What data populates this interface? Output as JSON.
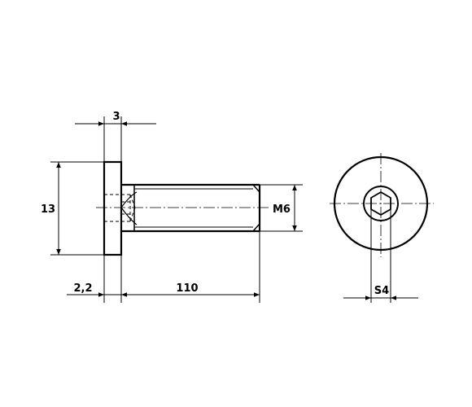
{
  "drawing": {
    "dimensions": {
      "head_thickness": "3",
      "head_diameter": "13",
      "thread_size": "M6",
      "socket_depth": "2,2",
      "shank_length": "110",
      "hex_socket": "S4"
    },
    "colors": {
      "line": "#000000",
      "background": "#ffffff"
    }
  }
}
